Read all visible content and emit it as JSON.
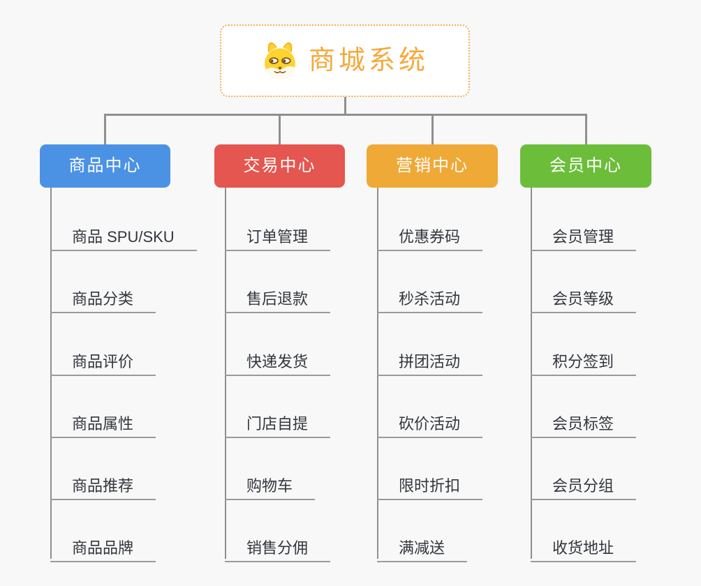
{
  "canvas": {
    "background": "#f8f8f8",
    "line_color": "#8f8f8f"
  },
  "root": {
    "title": "商城系统",
    "icon": "dog-face-icon",
    "text_color": "#f5a93c",
    "border_color": "#f0ad52",
    "background": "#ffffff"
  },
  "branches": [
    {
      "label": "商品中心",
      "color": "#4b92e5",
      "children": [
        "商品 SPU/SKU",
        "商品分类",
        "商品评价",
        "商品属性",
        "商品推荐",
        "商品品牌"
      ]
    },
    {
      "label": "交易中心",
      "color": "#e4564f",
      "children": [
        "订单管理",
        "售后退款",
        "快递发货",
        "门店自提",
        "购物车",
        "销售分佣"
      ]
    },
    {
      "label": "营销中心",
      "color": "#efa937",
      "children": [
        "优惠券码",
        "秒杀活动",
        "拼团活动",
        "砍价活动",
        "限时折扣",
        "满减送"
      ]
    },
    {
      "label": "会员中心",
      "color": "#6cbe3a",
      "children": [
        "会员管理",
        "会员等级",
        "积分签到",
        "会员标签",
        "会员分组",
        "收货地址"
      ]
    }
  ]
}
